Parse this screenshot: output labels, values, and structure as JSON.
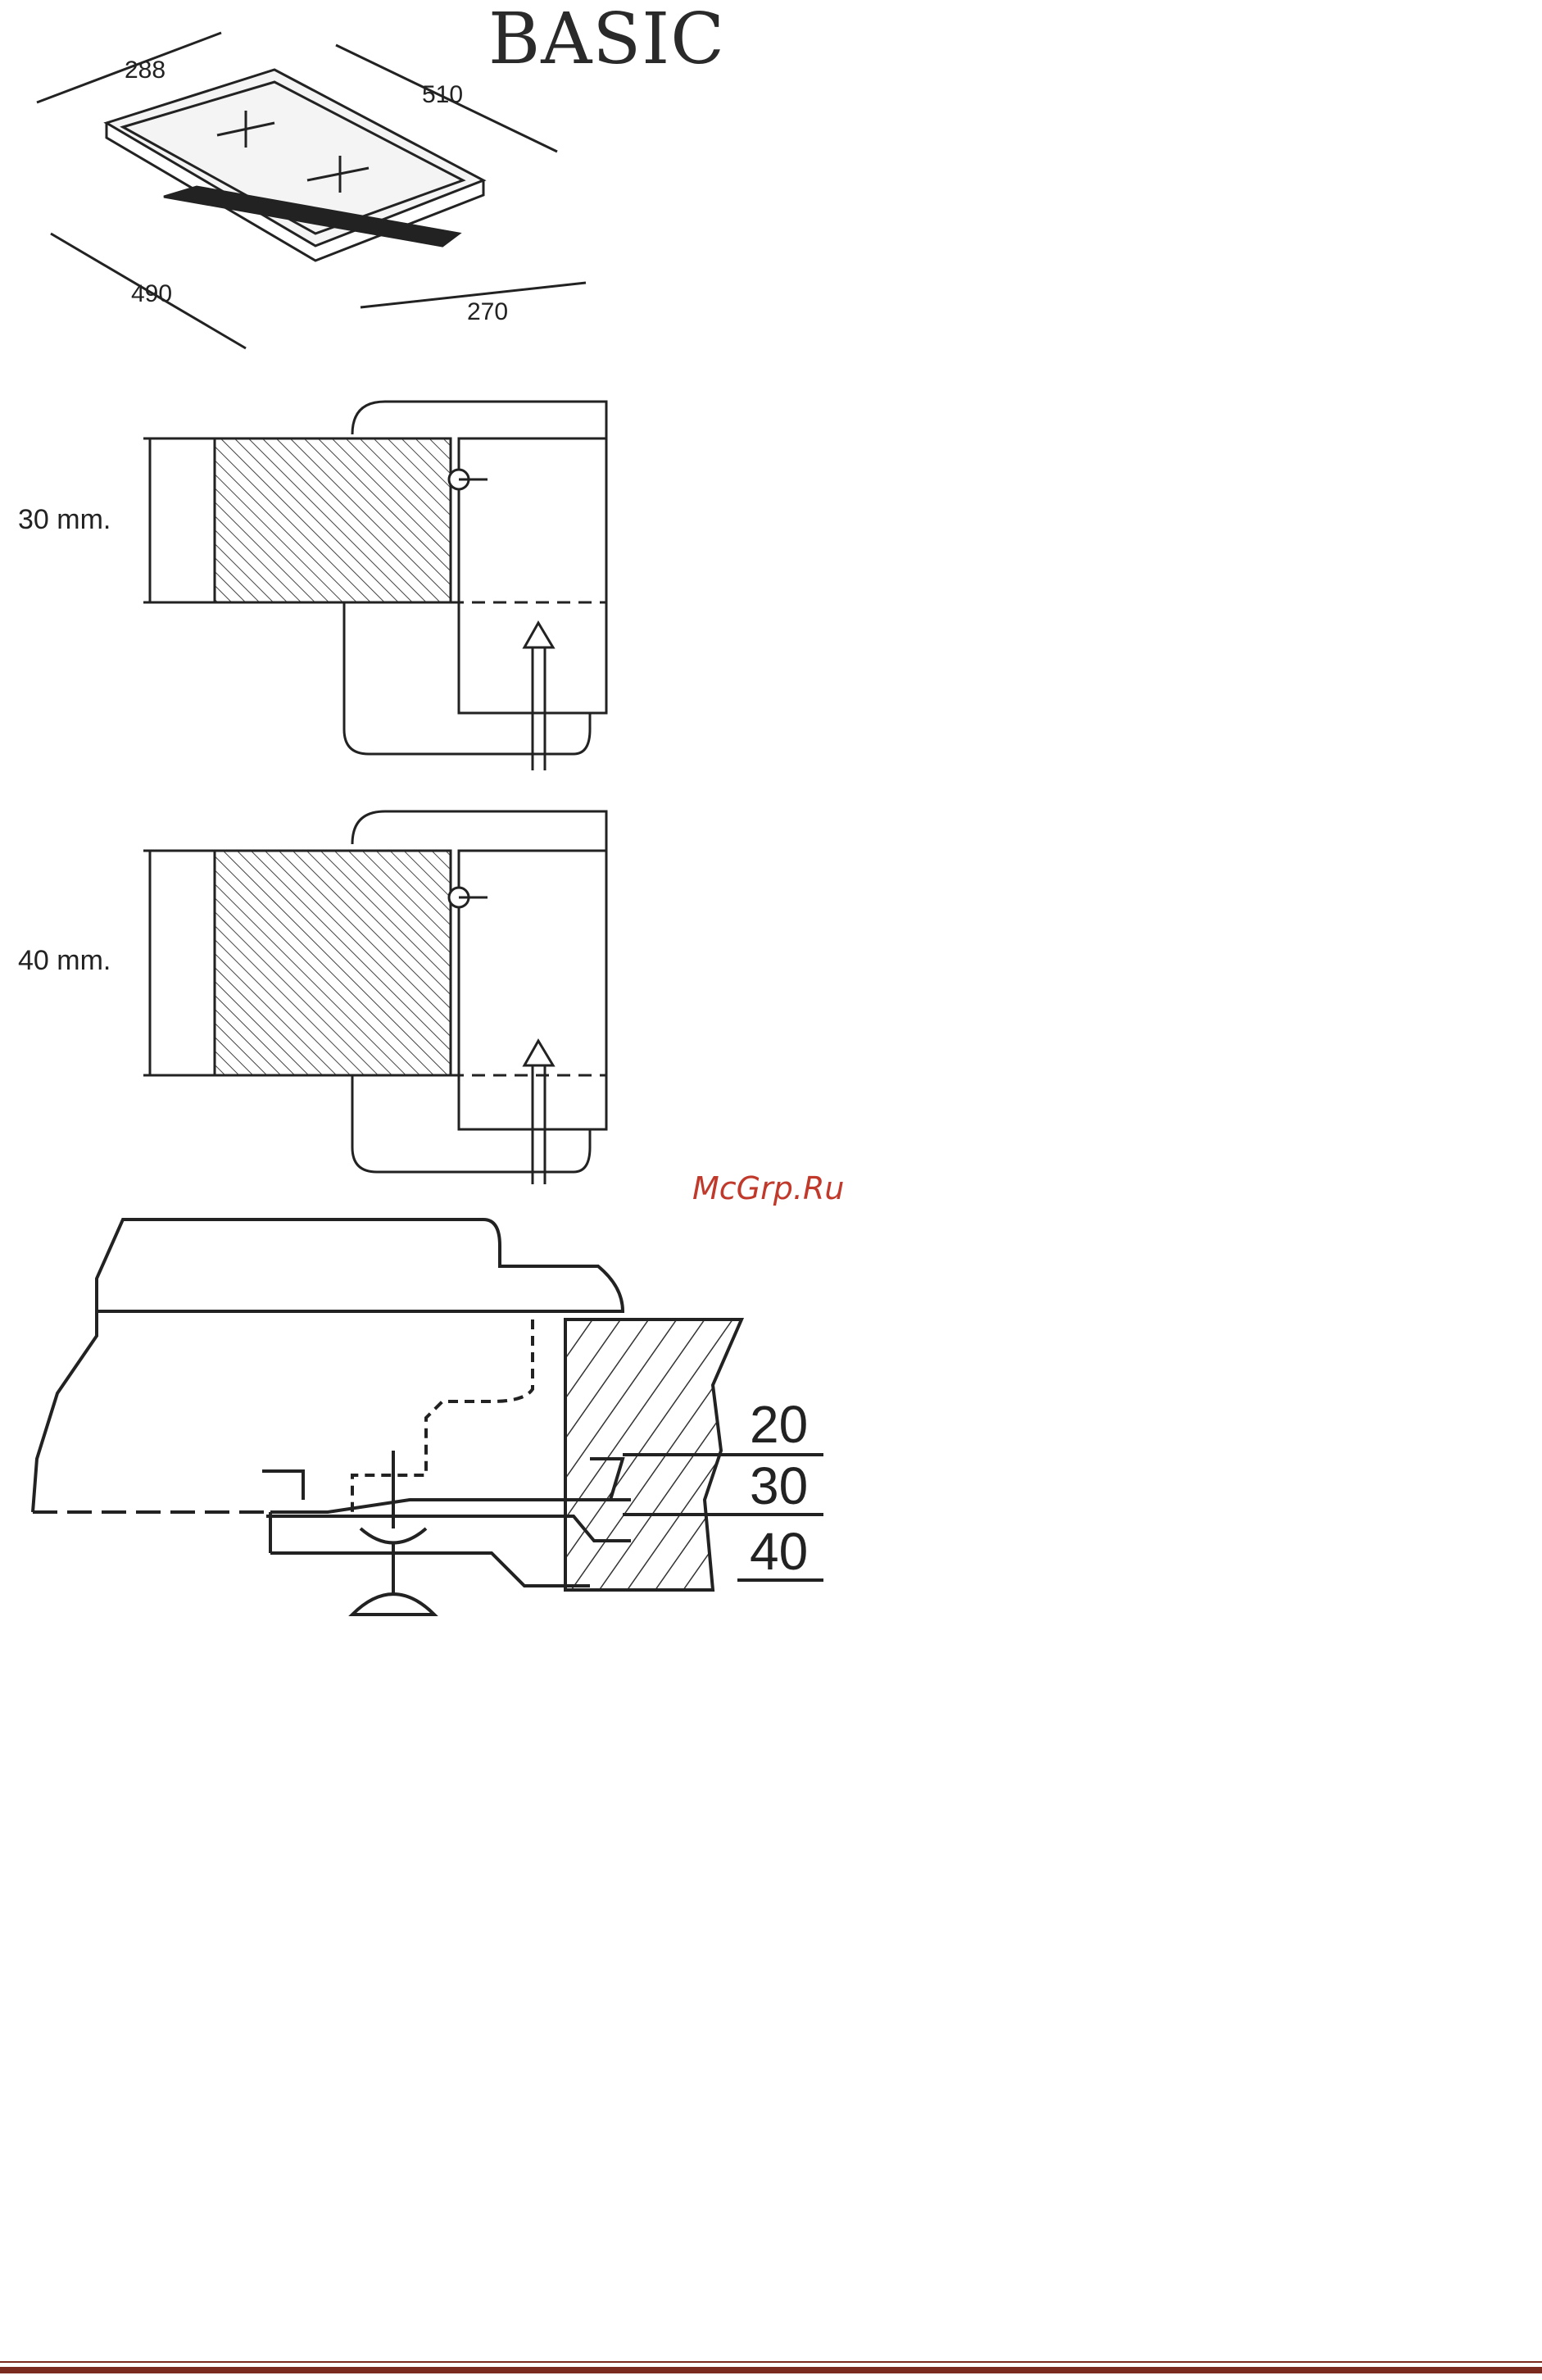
{
  "header": {
    "title": "BASIC"
  },
  "watermark": {
    "text": "McGrp.Ru"
  },
  "hob_dimensions": {
    "top_width": "288",
    "top_length": "510",
    "cutout_length": "490",
    "cutout_width": "270"
  },
  "section_30": {
    "label": "30 mm."
  },
  "section_40": {
    "label": "40 mm."
  },
  "detail": {
    "thickness_labels": [
      "20",
      "30",
      "40"
    ]
  },
  "colors": {
    "footer": "#7a2a1f",
    "watermark": "#c0392b",
    "ink": "#222222"
  }
}
